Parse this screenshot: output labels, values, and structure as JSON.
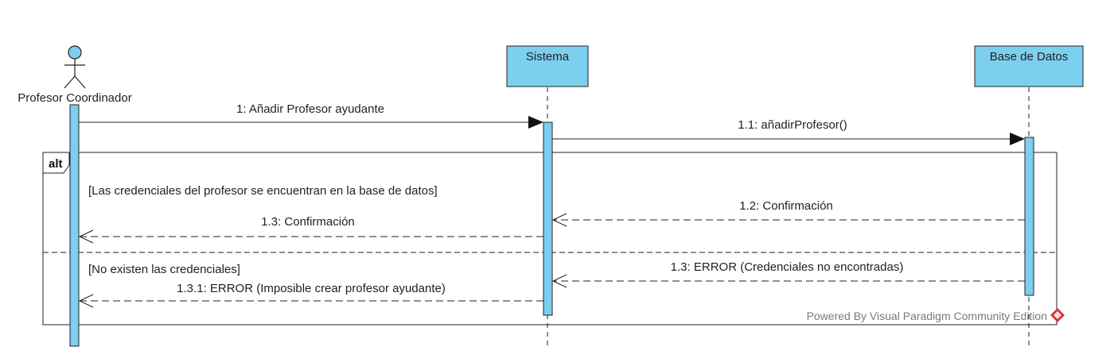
{
  "participants": {
    "actor": {
      "name": "Profesor Coordinador"
    },
    "sistema": {
      "name": "Sistema"
    },
    "base_datos": {
      "name": "Base de Datos"
    }
  },
  "fragment": {
    "operator": "alt",
    "guard_1": "[Las credenciales del profesor se encuentran en la base de datos]",
    "guard_2": "[No existen las credenciales]"
  },
  "messages": {
    "m1": "1: Añadir Profesor ayudante",
    "m1_1": "1.1: añadirProfesor()",
    "m1_2": "1.2: Confirmación",
    "m1_3": "1.3: Confirmación",
    "m1_3_error": "1.3: ERROR (Credenciales no encontradas)",
    "m1_3_1": "1.3.1: ERROR (Imposible crear profesor ayudante)"
  },
  "watermark": {
    "text": "Powered By Visual Paradigm Community Edition"
  },
  "colors": {
    "participant_fill": "#7ccfee",
    "activation_fill": "#7ccfee",
    "stroke": "#222222",
    "watermark_text": "#7a7a7a",
    "watermark_logo": "#d9323a"
  }
}
